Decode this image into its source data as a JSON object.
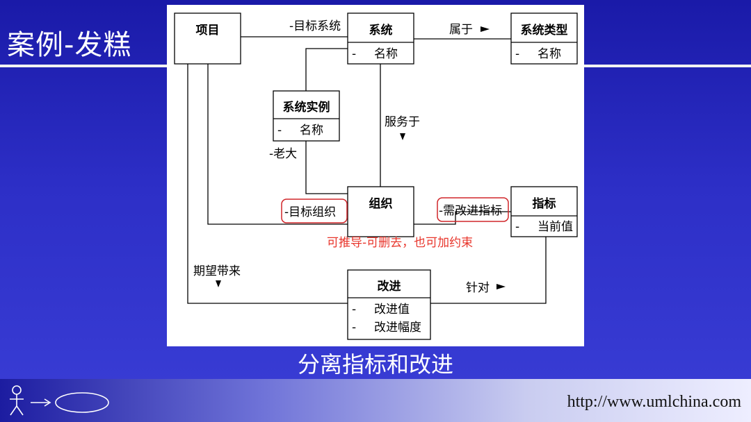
{
  "slide": {
    "title": "案例-发糕",
    "caption": "分离指标和改进",
    "footer_url": "http://www.umlchina.com"
  },
  "diagram": {
    "classes": {
      "project": {
        "name": "项目"
      },
      "system": {
        "name": "系统",
        "attr_marker": "-",
        "attr": "名称"
      },
      "system_type": {
        "name": "系统类型",
        "attr_marker": "-",
        "attr": "名称"
      },
      "system_instance": {
        "name": "系统实例",
        "attr_marker": "-",
        "attr": "名称"
      },
      "organization": {
        "name": "组织"
      },
      "indicator": {
        "name": "指标",
        "attr_marker": "-",
        "attr": "当前值"
      },
      "improvement": {
        "name": "改进",
        "attr_marker": "-",
        "attrs": [
          "改进值",
          "改进幅度"
        ]
      }
    },
    "labels": {
      "target_system": "-目标系统",
      "belongs_to": "属于",
      "serves": "服务于",
      "boss": "-老大",
      "target_org": "-目标组织",
      "needs_improve_indicator": "-需改进指标",
      "expected_bring": "期望带来",
      "targets": "针对"
    },
    "note": "可推导-可删去，也可加约束"
  },
  "icons": {
    "footer_logo": "actor-usecase-icon",
    "arrow_right": "right-triangle-arrow",
    "arrow_down": "down-triangle-arrow"
  },
  "colors": {
    "background": "#2d2fc7",
    "highlight": "#d0262a",
    "note_text": "#e8352b"
  }
}
